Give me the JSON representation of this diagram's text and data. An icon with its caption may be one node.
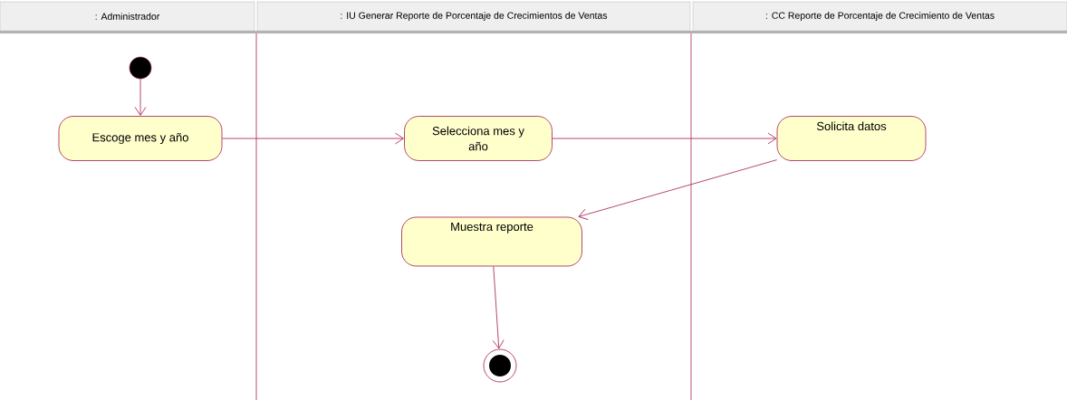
{
  "diagram": {
    "nodes": [
      {
        "text": [],
        "shape": "circle"
      },
      {
        "text": [
          "Escoge mes y año"
        ]
      },
      {
        "text": [
          "Selecciona mes y año"
        ]
      },
      {
        "text": [
          "Solicita datos"
        ]
      },
      {
        "text": [
          "Muestra reporte"
        ]
      },
      {
        "text": [],
        "shape": "bullseye"
      }
    ],
    "edges": [
      {
        "from": 0,
        "to": 1,
        "arrow": "to"
      },
      {
        "from": 1,
        "to": 2,
        "arrow": "to"
      },
      {
        "from": 2,
        "to": 3,
        "arrow": "to"
      },
      {
        "from": 3,
        "to": 4,
        "arrow": "to"
      },
      {
        "from": 4,
        "to": 5,
        "arrow": "to"
      }
    ],
    "labels": [
      ": Administrador",
      ": IU Generar Reporte de Porcentaje de Crecimientos de Ventas",
      ": CC Reporte de Porcentaje de Crecimiento de Ventas"
    ]
  }
}
